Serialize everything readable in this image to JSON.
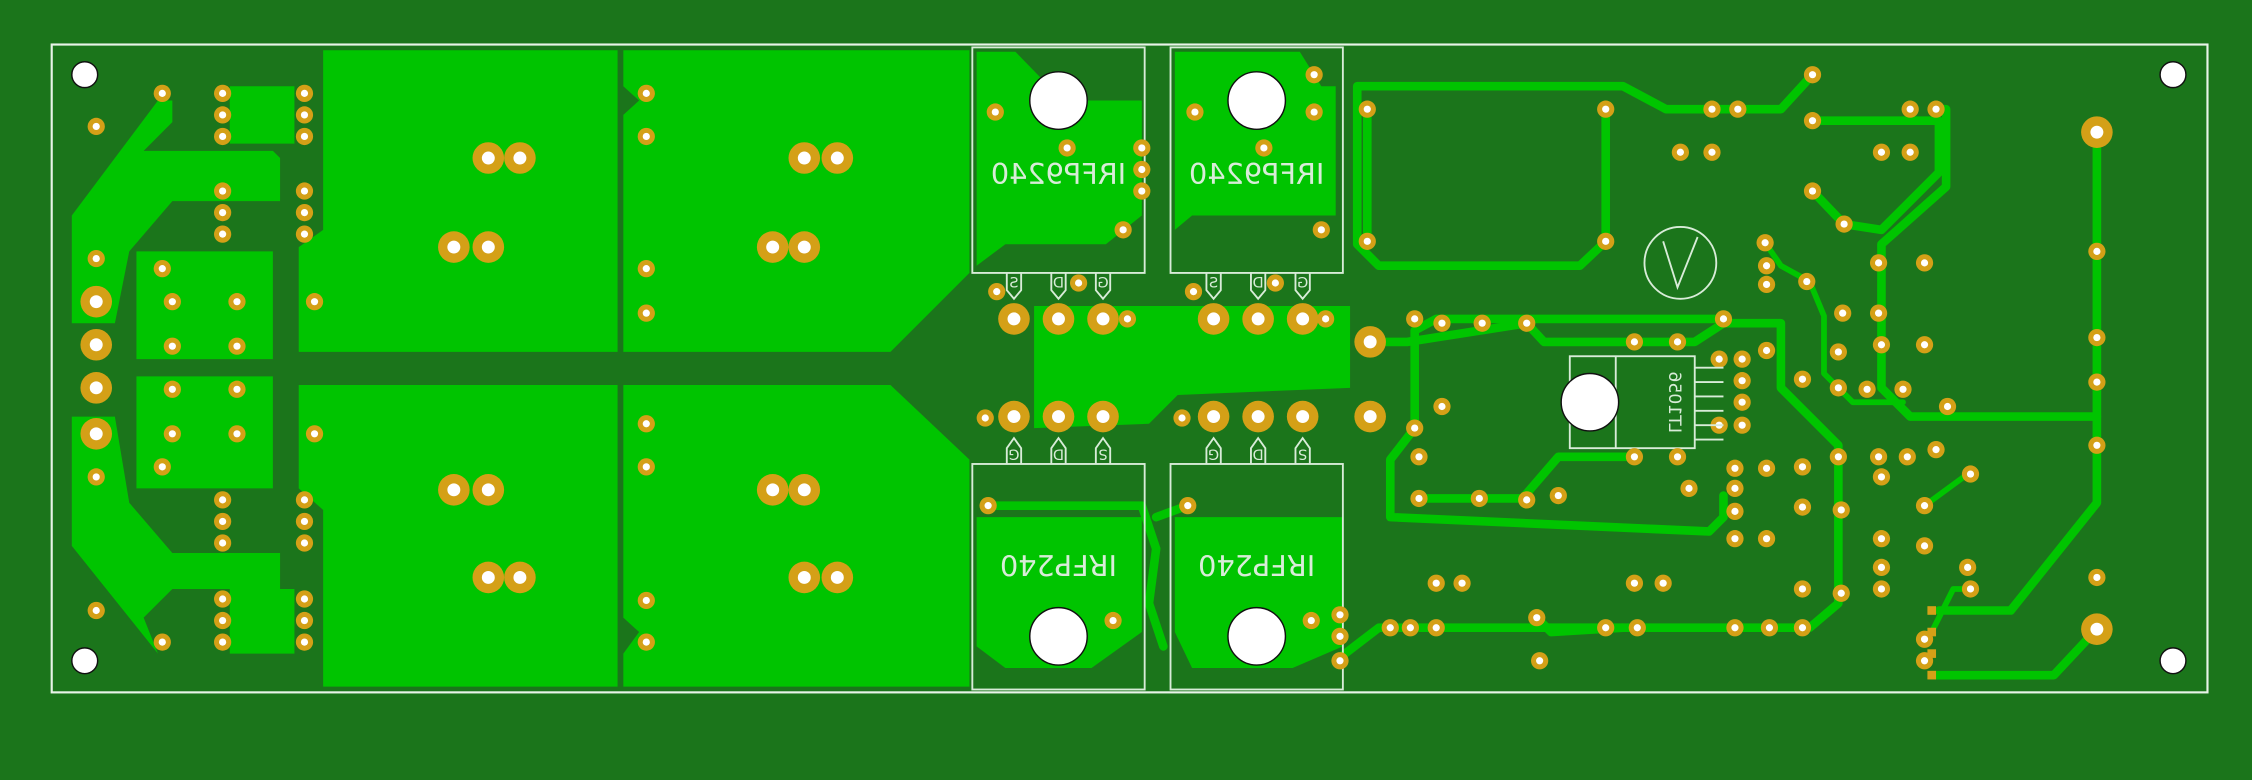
{
  "board": {
    "colors": {
      "substrate": "#1b751b",
      "copper_pour": "#00c400",
      "pad": "#d4a017",
      "drill": "#ffffff",
      "silkscreen": "#d8ecd8"
    },
    "components": {
      "q_top_left": {
        "part": "IRFP9240",
        "pins": [
          "S",
          "D",
          "G"
        ]
      },
      "q_top_right": {
        "part": "IRFP9240",
        "pins": [
          "S",
          "D",
          "G"
        ]
      },
      "q_bottom_left": {
        "part": "IRFP240",
        "pins": [
          "G",
          "D",
          "S"
        ]
      },
      "q_bottom_right": {
        "part": "IRFP240",
        "pins": [
          "G",
          "D",
          "S"
        ]
      },
      "regulator": {
        "part": "LT1056"
      }
    }
  }
}
